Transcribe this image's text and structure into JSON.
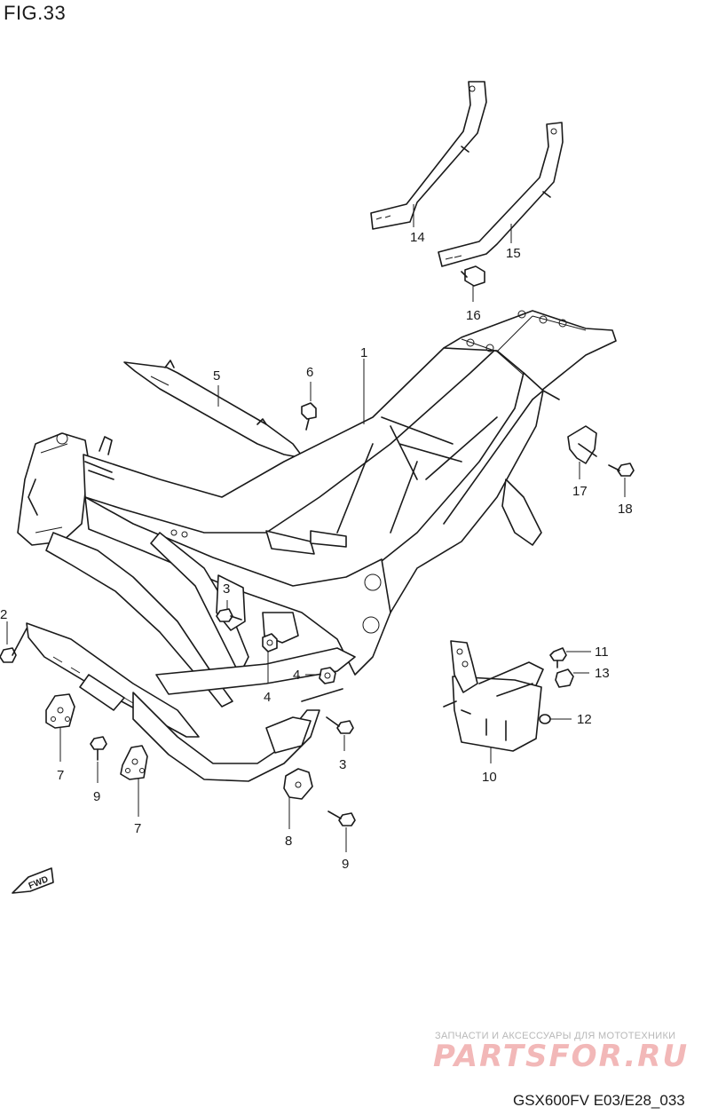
{
  "figure": {
    "title": "FIG.33",
    "model_code": "GSX600FV E03/E28_033"
  },
  "fwd_arrow": {
    "label": "FWD"
  },
  "watermark": {
    "tagline": "ЗАПЧАСТИ И АКСЕССУАРЫ ДЛЯ МОТОТЕХНИКИ",
    "logo": "PARTSFOR.RU"
  },
  "callouts": {
    "c1": "1",
    "c2": "2",
    "c3a": "3",
    "c3b": "3",
    "c4a": "4",
    "c4b": "4",
    "c5": "5",
    "c6": "6",
    "c7a": "7",
    "c7b": "7",
    "c8": "8",
    "c9a": "9",
    "c9b": "9",
    "c10": "10",
    "c11": "11",
    "c12": "12",
    "c13": "13",
    "c14": "14",
    "c15": "15",
    "c16": "16",
    "c17": "17",
    "c18": "18"
  },
  "colors": {
    "line": "#1a1a1a",
    "watermark_logo": "#f2b8b8",
    "watermark_text": "#b8b8b8"
  }
}
